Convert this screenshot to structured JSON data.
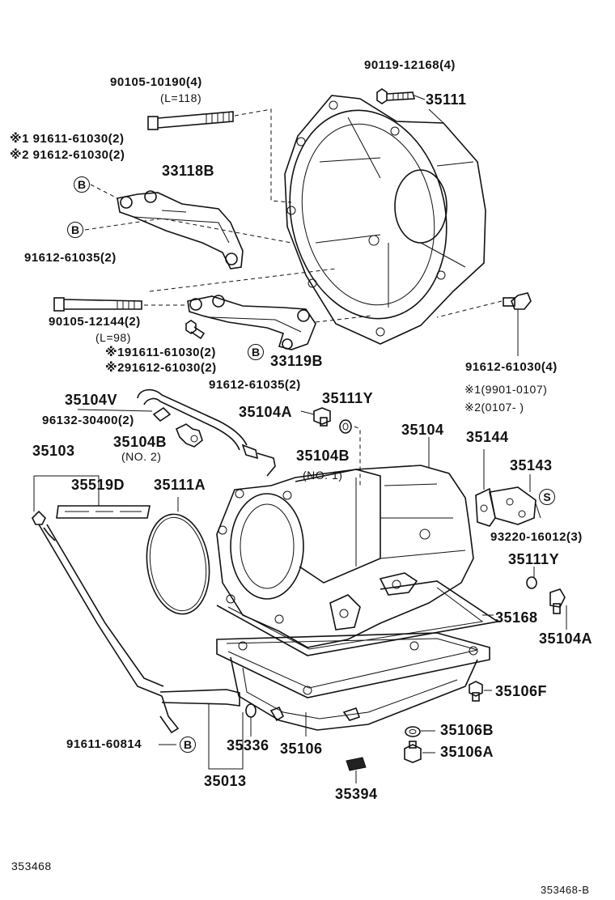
{
  "labels": {
    "bolt_90119": "90119-12168(4)",
    "housing_35111": "35111",
    "bolt_90105_10190": "90105-10190(4)",
    "len_118": "(L=118)",
    "note1_61030": "※1 91611-61030(2)",
    "note2_61030": "※2 91612-61030(2)",
    "bracket_33118b": "33118B",
    "bolt_91612_61035_top": "91612-61035(2)",
    "bolt_90105_12144": "90105-12144(2)",
    "len_98": "(L=98)",
    "note1_61030_b": "※191611-61030(2)",
    "note2_61030_b": "※291612-61030(2)",
    "bracket_33119b": "33119B",
    "bolt_91612_61035_bot": "91612-61035(2)",
    "bolt_91612_61030_4": "91612-61030(4)",
    "hose_35104v": "35104V",
    "clip_96132": "96132-30400(2)",
    "plug_35104a": "35104A",
    "gasket_35111y": "35111Y",
    "date_note1": "※1(9901-0107)",
    "date_note2": "※2(0107-      )",
    "fitting_35104b_no2": "35104B",
    "no2": "(NO. 2)",
    "fitting_35104b_no1": "35104B",
    "no1": "(NO. 1)",
    "case_35104": "35104",
    "gauge_35103": "35103",
    "label_35519d": "35519D",
    "oring_35111a": "35111A",
    "plate_35144": "35144",
    "plate_35143": "35143",
    "bolt_93220": "93220-16012(3)",
    "gasket_35111y_b": "35111Y",
    "gasket_35168": "35168",
    "plug_35104a_b": "35104A",
    "bolt_35106f": "35106F",
    "bolt_91611_60814": "91611-60814",
    "oring_35336": "35336",
    "pan_35106": "35106",
    "washer_35106b": "35106B",
    "plug_35106a": "35106A",
    "tube_35013": "35013",
    "magnet_35394": "35394",
    "diagram_id_left": "353468",
    "diagram_id_right": "353468-B"
  },
  "callouts": {
    "b": "B",
    "s": "S"
  }
}
